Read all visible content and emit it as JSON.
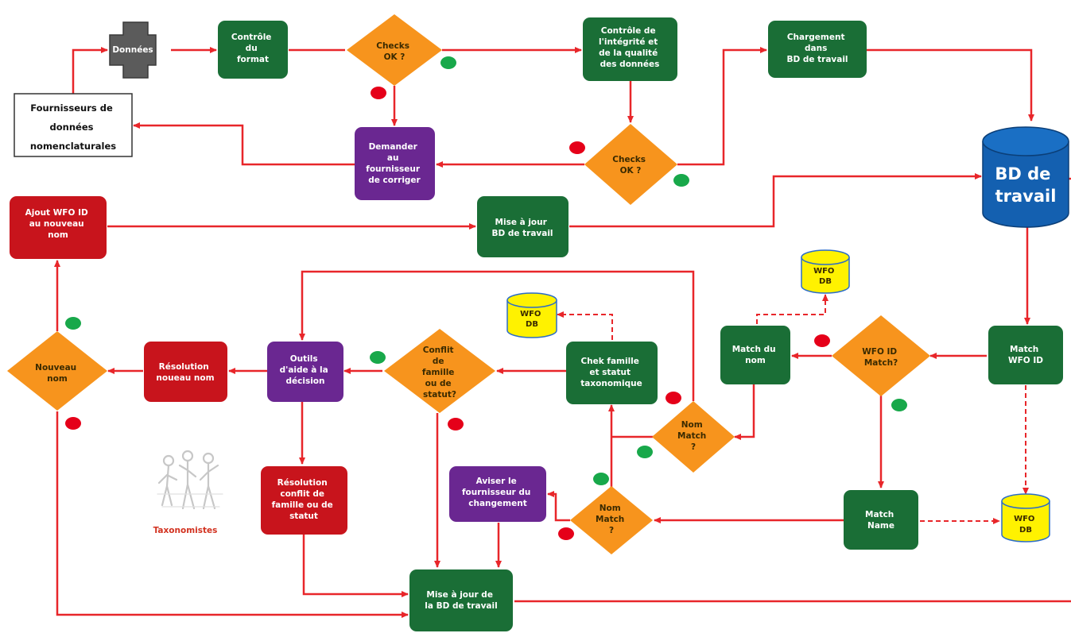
{
  "colors": {
    "arrow": "#e8262a",
    "green_process": "#1a6e36",
    "purple_process": "#6a2791",
    "red_process": "#c8141c",
    "decision_orange": "#f7941d",
    "database_blue": "#1460b0",
    "database_yellow": "#fff200",
    "start_white": "#ffffff",
    "input_gray": "#5b5b5b",
    "dot_red": "#e50019",
    "dot_green": "#18a84a"
  },
  "nodes": {
    "donnees": [
      "Données"
    ],
    "controle_format": [
      "Contrôle",
      "du",
      "format"
    ],
    "checks1": [
      "Checks",
      "OK ?"
    ],
    "controle_integrite": [
      "Contrôle de",
      "l'intégrité et",
      "de la qualité",
      "des données"
    ],
    "chargement": [
      "Chargement",
      "dans",
      "BD de travail"
    ],
    "fournisseurs": [
      "Fournisseurs de",
      "données",
      "nomenclaturales"
    ],
    "demander": [
      "Demander",
      "au",
      "fournisseur",
      "de corriger"
    ],
    "checks2": [
      "Checks",
      "OK ?"
    ],
    "bd_travail": [
      "BD de",
      "travail"
    ],
    "ajout_wfo": [
      "Ajout WFO ID",
      "au nouveau",
      "nom"
    ],
    "maj_bd1": [
      "Mise à jour",
      "BD de travail"
    ],
    "wfo_db1": [
      "WFO",
      "DB"
    ],
    "wfo_db2": [
      "WFO",
      "DB"
    ],
    "wfo_db3": [
      "WFO",
      "DB"
    ],
    "nouveau_nom": [
      "Nouveau",
      "nom"
    ],
    "resolution_nouveau": [
      "Résolution",
      "noueau nom"
    ],
    "outils": [
      "Outils",
      "d'aide à la",
      "décision"
    ],
    "conflit": [
      "Conflit",
      "de",
      "famille",
      "ou de",
      "statut?"
    ],
    "chek_famille": [
      "Chek famille",
      "et statut",
      "taxonomique"
    ],
    "match_nom": [
      "Match du",
      "nom"
    ],
    "wfo_id_match": [
      "WFO ID",
      "Match?"
    ],
    "match_wfo_id": [
      "Match",
      "WFO ID"
    ],
    "nom_match1": [
      "Nom",
      "Match",
      "?"
    ],
    "nom_match2": [
      "Nom",
      "Match",
      "?"
    ],
    "aviser": [
      "Aviser le",
      "fournisseur du",
      "changement"
    ],
    "resolution_conflit": [
      "Résolution",
      "conflit de",
      "famille ou de",
      "statut"
    ],
    "match_name": [
      "Match",
      "Name"
    ],
    "maj_bd2": [
      "Mise à jour de",
      "la BD de travail"
    ],
    "taxonomistes": [
      "Taxonomistes"
    ]
  }
}
